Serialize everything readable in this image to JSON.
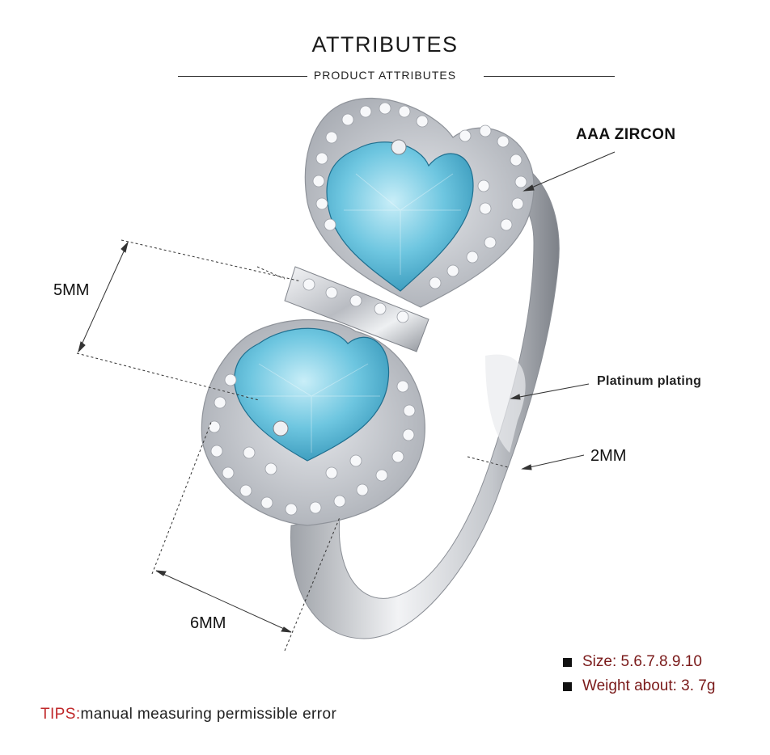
{
  "header": {
    "title": "ATTRIBUTES",
    "subtitle": "PRODUCT ATTRIBUTES"
  },
  "callouts": {
    "zircon": "AAA ZIRCON",
    "plating": "Platinum plating",
    "height": "5MM",
    "width": "6MM",
    "band": "2MM"
  },
  "specs": {
    "size": "Size: 5.6.7.8.9.10",
    "weight": "Weight about: 3. 7g"
  },
  "tips": {
    "label": "TIPS:",
    "text": "manual measuring permissible error"
  },
  "colors": {
    "gem_blue": "#6ec6e0",
    "metal": "#d6d8dc",
    "tips_red": "#c0282a",
    "spec_text": "#7a1a1a"
  }
}
